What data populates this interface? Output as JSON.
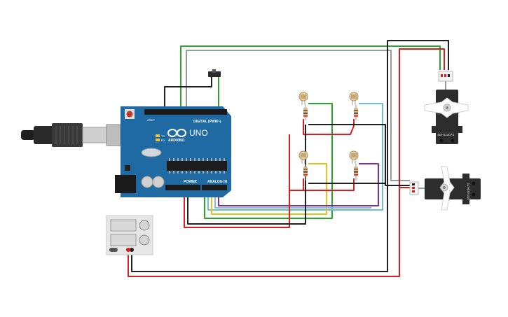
{
  "arduino": {
    "brand": "ARDUINO",
    "model": "UNO",
    "header_digital": "DIGITAL (PWM~)",
    "header_power": "POWER",
    "header_analog": "ANALOG IN",
    "tx_label": "TX",
    "rx_label": "RX",
    "aref_label": "AREF",
    "color_board": "#1f6aa3"
  },
  "servo_top": {
    "model_label": "SM-S2307S"
  },
  "servo_bottom": {
    "model_label": "SM-S2307S"
  },
  "wire_colors": {
    "red": "#d42020",
    "black": "#202020",
    "green": "#2aa52a",
    "gray": "#9a9a9a",
    "teal": "#6cc2c8",
    "yellow": "#e8c21a",
    "purple": "#7b2fa6",
    "light_blue": "#8fb8e0"
  },
  "icons": {
    "usb_cable": "usb-cable-icon",
    "power_supply": "power-supply-icon",
    "photoresistor": "photoresistor-icon",
    "resistor": "resistor-icon",
    "slide_switch": "slide-switch-icon"
  }
}
